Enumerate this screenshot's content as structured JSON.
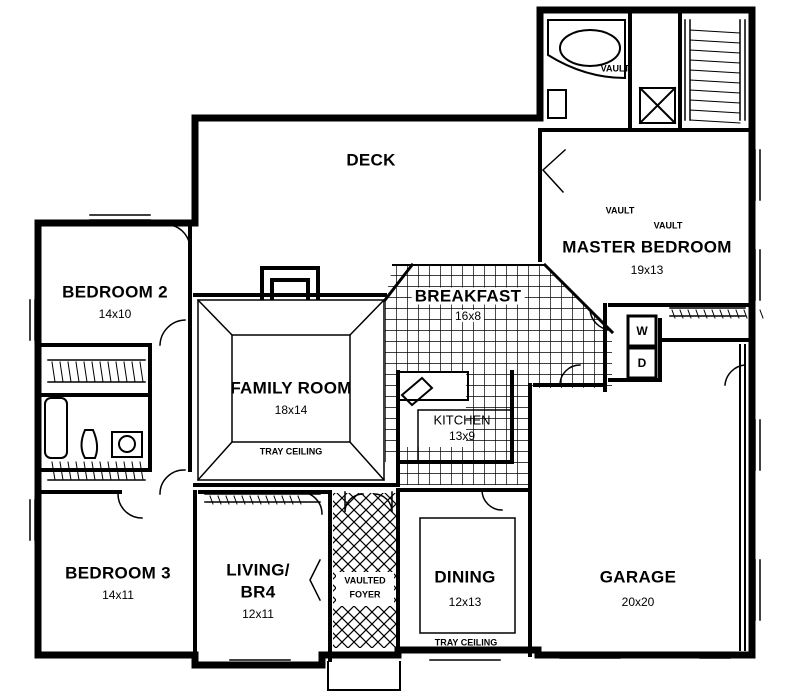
{
  "rooms": {
    "deck": {
      "name": "DECK"
    },
    "master": {
      "name": "MASTER BEDROOM",
      "size": "19x13",
      "vault_a": "VAULT",
      "vault_b": "VAULT",
      "vault_bath": "VAULT"
    },
    "bedroom2": {
      "name": "BEDROOM 2",
      "size": "14x10"
    },
    "family": {
      "name": "FAMILY ROOM",
      "size": "18x14",
      "ceiling": "TRAY CEILING"
    },
    "breakfast": {
      "name": "BREAKFAST",
      "size": "16x8"
    },
    "kitchen": {
      "name": "KITCHEN",
      "size": "13x9"
    },
    "bedroom3": {
      "name": "BEDROOM 3",
      "size": "14x11"
    },
    "living": {
      "name_line1": "LIVING/",
      "name_line2": "BR4",
      "size": "12x11"
    },
    "foyer": {
      "name_line1": "VAULTED",
      "name_line2": "FOYER"
    },
    "dining": {
      "name": "DINING",
      "size": "12x13",
      "ceiling": "TRAY CEILING"
    },
    "garage": {
      "name": "GARAGE",
      "size": "20x20"
    }
  },
  "laundry": {
    "washer": "W",
    "dryer": "D"
  },
  "colors": {
    "line": "#000000",
    "background": "#ffffff"
  }
}
